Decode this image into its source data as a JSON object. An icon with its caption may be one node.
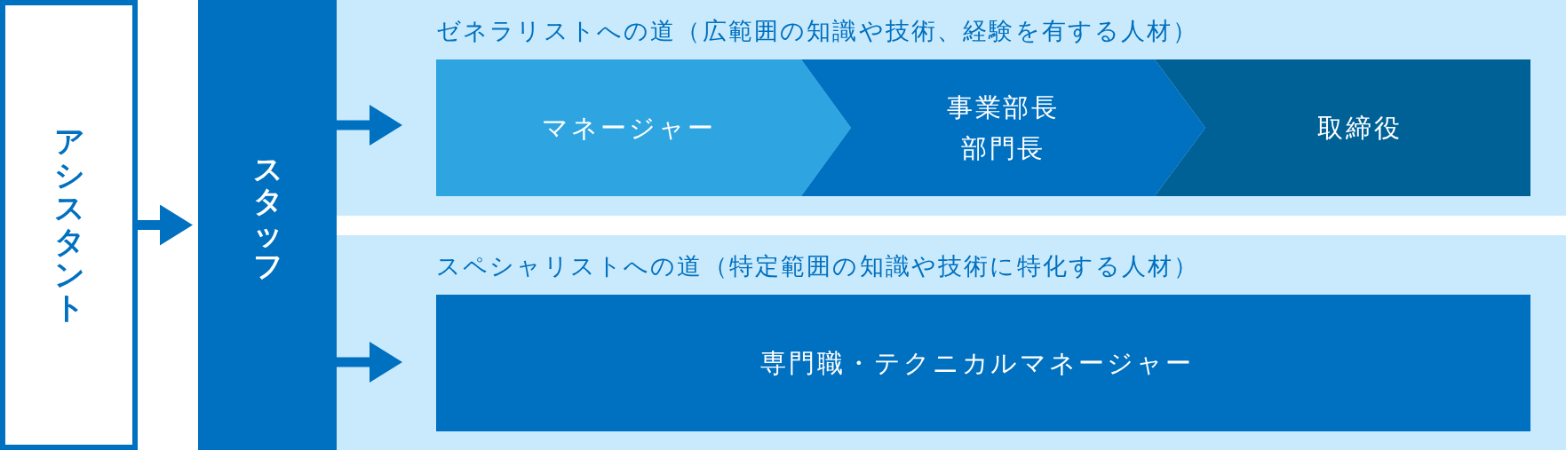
{
  "diagram": {
    "nodes": [
      {
        "text": [
          "アシスタント"
        ]
      },
      {
        "text": [
          "スタッフ"
        ]
      },
      {
        "text": [
          "ゼネラリストへの道（広範囲の知識や技術、経験を有する人材）"
        ]
      },
      {
        "text": [
          "マネージャー"
        ],
        "in": 2
      },
      {
        "text": [
          "事業部長",
          "部門長"
        ],
        "in": 2
      },
      {
        "text": [
          "取締役"
        ],
        "in": 2
      },
      {
        "text": [
          "スペシャリストへの道（特定範囲の知識や技術に特化する人材）"
        ]
      },
      {
        "text": [
          "専門職・テクニカルマネージャー"
        ],
        "in": 6
      }
    ],
    "edges": [
      {
        "from": 0,
        "to": 1,
        "arrow": "to"
      },
      {
        "from": 1,
        "to": 2,
        "arrow": "to"
      },
      {
        "from": 1,
        "to": 6,
        "arrow": "to"
      }
    ]
  }
}
